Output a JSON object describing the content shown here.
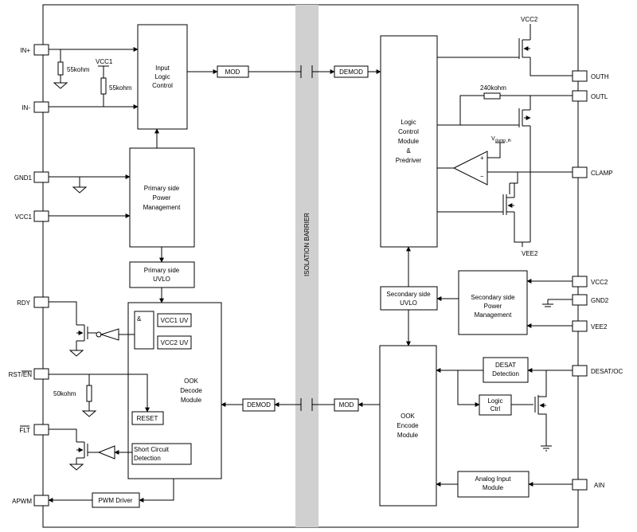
{
  "colors": {
    "line": "#000000",
    "barrier": "#d0d0d0",
    "background": "#ffffff"
  },
  "pins_left": {
    "in_plus": "IN+",
    "in_minus": "IN-",
    "gnd1": "GND1",
    "vcc1": "VCC1",
    "rdy": "RDY",
    "rst_en": "RST/EN",
    "flt": "FLT",
    "apwm": "APWM"
  },
  "pins_right": {
    "outh": "OUTH",
    "outl": "OUTL",
    "clamp": "CLAMP",
    "vcc2": "VCC2",
    "gnd2": "GND2",
    "vee2": "VEE2",
    "desat_oc": "DESAT/OC",
    "ain": "AIN"
  },
  "blocks": {
    "input_logic": [
      "Input",
      "Logic",
      "Control"
    ],
    "mod_top": "MOD",
    "demod_top": "DEMOD",
    "primary_power": [
      "Primary side",
      "Power",
      "Management"
    ],
    "primary_uvlo": [
      "Primary side",
      "UVLO"
    ],
    "ook_decode": [
      "OOK",
      "Decode",
      "Module"
    ],
    "and_gate": "&",
    "vcc1_uv": "VCC1 UV",
    "vcc2_uv": "VCC2 UV",
    "reset": "RESET",
    "short_circuit": [
      "Short Circuit",
      "Detection"
    ],
    "pwm_driver": "PWM Driver",
    "demod_bottom": "DEMOD",
    "mod_bottom": "MOD",
    "logic_control": [
      "Logic",
      "Control",
      "Module",
      "&",
      "Predriver"
    ],
    "secondary_uvlo": [
      "Secondary side",
      "UVLO"
    ],
    "secondary_power": [
      "Secondary side",
      "Power",
      "Management"
    ],
    "ook_encode": [
      "OOK",
      "Encode",
      "Module"
    ],
    "desat": [
      "DESAT",
      "Detection"
    ],
    "logic_ctrl": [
      "Logic",
      "Ctrl"
    ],
    "analog_input": [
      "Analog Input",
      "Module"
    ]
  },
  "labels": {
    "r_55k_a": "55kohm",
    "r_55k_b": "55kohm",
    "vcc1_rail": "VCC1",
    "r_50k": "50kohm",
    "r_240k": "240kohm",
    "vcc2_top": "VCC2",
    "vee2_bottom": "VEE2",
    "vclamp_main": "V",
    "vclamp_sub": "clamp_th",
    "barrier": "ISOLATION BARRIER",
    "comp_plus": "+",
    "comp_minus": "−"
  }
}
